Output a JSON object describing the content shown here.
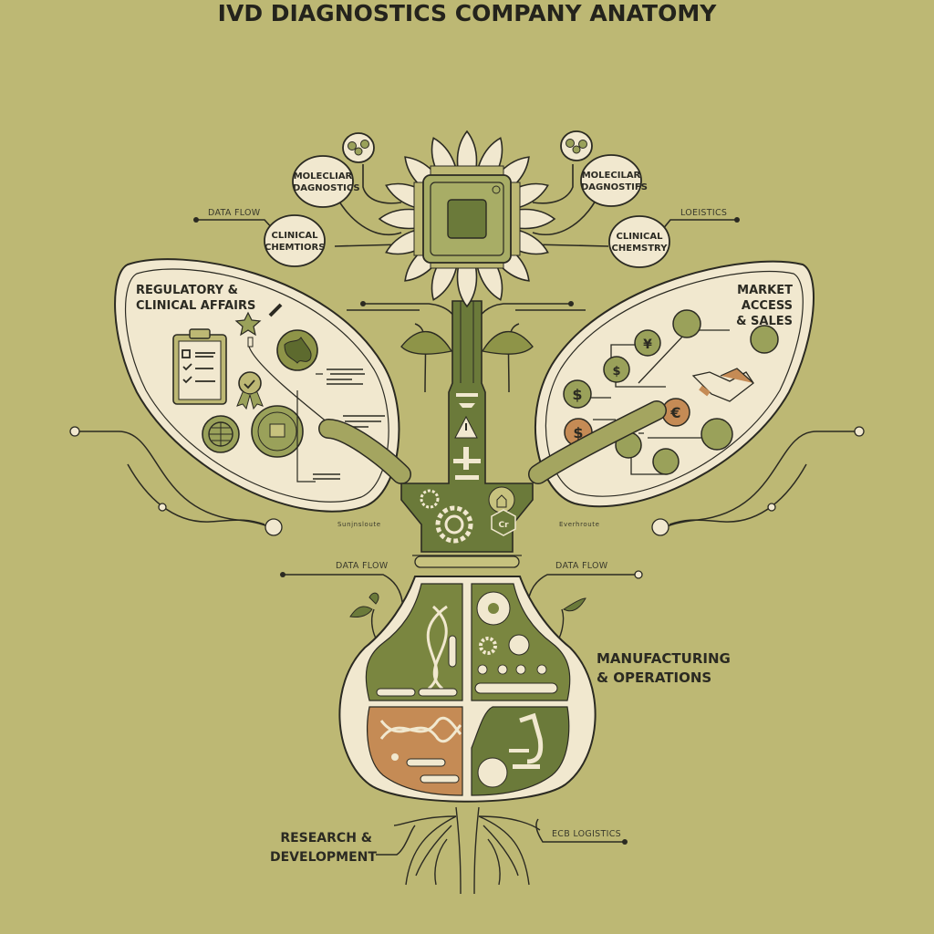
{
  "title": "IVD DIAGNOSTICS COMPANY ANATOMY",
  "colors": {
    "background": "#bdb874",
    "cream": "#f1e8cf",
    "dark_green": "#6b7a3a",
    "mid_green": "#9aa15a",
    "ink": "#2b2a22",
    "terracotta": "#c58b55"
  },
  "flower": {
    "center_icon": "microchip-icon",
    "bubbles_left": [
      {
        "label_line1": "MOLECLIAR",
        "label_line2": "DAGNOSTICS"
      },
      {
        "label_line1": "CLINICAL",
        "label_line2": "CHEMTIORS"
      }
    ],
    "bubbles_right": [
      {
        "label_line1": "MOLECILAR",
        "label_line2": "DAGNOSTIFS"
      },
      {
        "label_line1": "CLINICAL",
        "label_line2": "CHEMSTRY"
      }
    ],
    "callout_left": "DATA FLOW",
    "callout_right": "LOEISTICS"
  },
  "left_leaf": {
    "title_line1": "REGULATORY &",
    "title_line2": "CLINICAL AFFAIRS",
    "icons": [
      "clipboard-checklist-icon",
      "star-icon",
      "pen-icon",
      "globe-icon",
      "award-ribbon-icon",
      "globe-grid-icon",
      "seal-book-icon"
    ],
    "caption": "Sunjnsloute"
  },
  "right_leaf": {
    "title_line1": "MARKET ACCESS",
    "title_line2": "& SALES",
    "icons": [
      "dollar-coin-icon",
      "yen-coin-icon",
      "dollar-coin-icon",
      "dollar-coin-icon",
      "euro-coin-icon",
      "gear-coin-icon",
      "target-coin-icon",
      "handshake-icon",
      "leaf-coin-icon",
      "signature-coin-icon"
    ],
    "caption": "Everhroute"
  },
  "stem": {
    "icons": [
      "filter-icon",
      "warning-triangle-icon",
      "faucet-icon",
      "gear-icon",
      "gear-large-icon",
      "home-badge-icon",
      "chromium-hex-icon"
    ]
  },
  "bulb": {
    "data_flow_left": "DATA FLOW",
    "data_flow_right": "DATA FLOW",
    "quadrants": [
      {
        "name": "genomics",
        "icon": "dna-icon"
      },
      {
        "name": "production",
        "icon": "conveyor-icon"
      },
      {
        "name": "research-dna",
        "icon": "dna-horizontal-icon"
      },
      {
        "name": "lab",
        "icon": "microscope-icon"
      }
    ],
    "label_line1": "MANUFACTURING",
    "label_line2": "& OPERATIONS"
  },
  "roots": {
    "label_line1": "RESEARCH &",
    "label_line2": "DEVELOPMENT",
    "logistics_label": "LOGISTICS",
    "logistics_prefix": "ECB"
  }
}
